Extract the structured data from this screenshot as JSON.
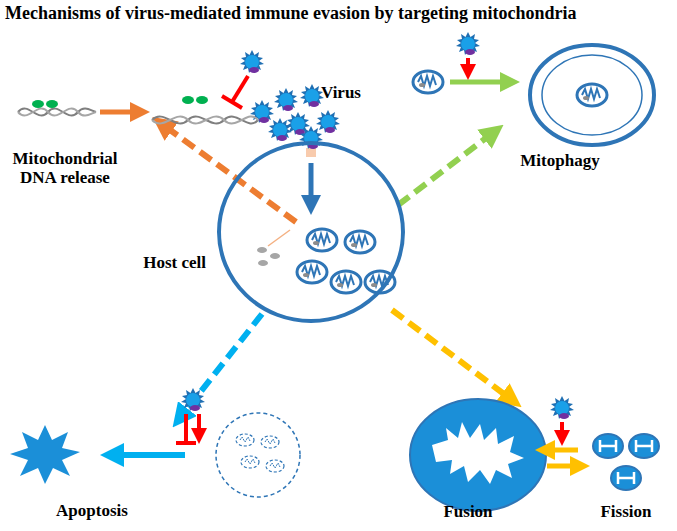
{
  "diagram": {
    "title": "Mechanisms of virus-mediated immune evasion by targeting mitochondria",
    "nodes": [
      {
        "text": [
          "Host cell"
        ]
      }
    ],
    "labels": [
      "Virus",
      "Mitochondrial DNA release",
      "Mitophagy",
      "Apoptosis",
      "Fusion",
      "Fission"
    ]
  }
}
